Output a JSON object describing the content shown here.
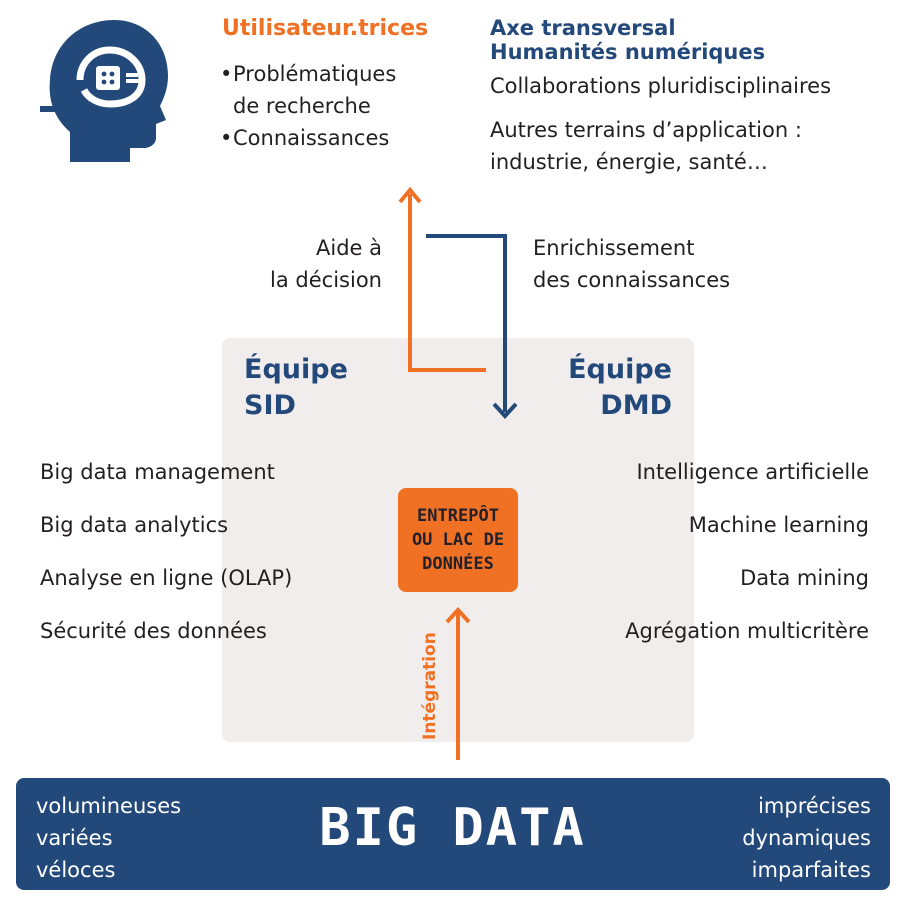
{
  "users": {
    "title": "Utilisateur.trices",
    "items": [
      "Problématiques",
      "de recherche",
      "Connaissances"
    ],
    "bullet": "•"
  },
  "axis": {
    "title_line1": "Axe transversal",
    "title_line2": "Humanités numériques",
    "collab": "Collaborations pluridisciplinaires",
    "other_line1": "Autres terrains d’application :",
    "other_line2": "industrie, énergie, santé…"
  },
  "flows": {
    "aide_line1": "Aide à",
    "aide_line2": "la décision",
    "enrich_line1": "Enrichissement",
    "enrich_line2": "des connaissances",
    "integration": "Intégration"
  },
  "teams": {
    "sid_line1": "Équipe",
    "sid_line2": "SID",
    "dmd_line1": "Équipe",
    "dmd_line2": "DMD"
  },
  "sid_list": [
    "Big data management",
    "Big data analytics",
    "Analyse en ligne (OLAP)",
    "Sécurité des données"
  ],
  "dmd_list": [
    "Intelligence artificielle",
    "Machine learning",
    "Data mining",
    "Agrégation multicritère"
  ],
  "warehouse": {
    "line1": "ENTREPÔT",
    "line2": "OU LAC DE",
    "line3": "DONNÉES"
  },
  "bigdata": {
    "title": "BIG DATA",
    "left": [
      "volumineuses",
      "variées",
      "véloces"
    ],
    "right": [
      "imprécises",
      "dynamiques",
      "imparfaites"
    ]
  },
  "colors": {
    "orange": "#f07123",
    "blue": "#23497a",
    "panel": "#f0edec"
  },
  "icons": {
    "head": "head-profile-icon"
  }
}
